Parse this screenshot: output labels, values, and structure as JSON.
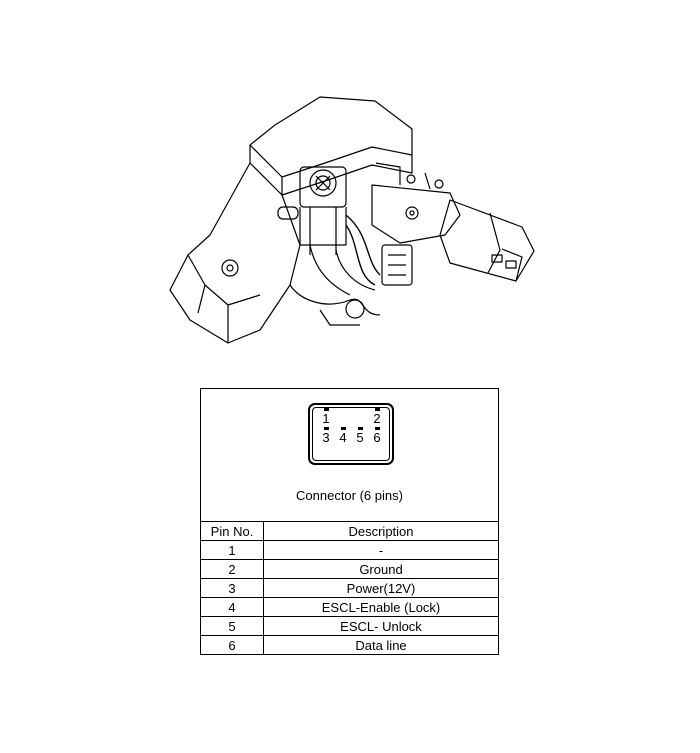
{
  "connector": {
    "pins": [
      "1",
      "2",
      "3",
      "4",
      "5",
      "6"
    ],
    "caption": "Connector (6 pins)"
  },
  "table": {
    "headers": {
      "pin": "Pin No.",
      "description": "Description"
    },
    "rows": [
      {
        "pin": "1",
        "description": "-"
      },
      {
        "pin": "2",
        "description": "Ground"
      },
      {
        "pin": "3",
        "description": "Power(12V)"
      },
      {
        "pin": "4",
        "description": "ESCL-Enable (Lock)"
      },
      {
        "pin": "5",
        "description": "ESCL- Unlock"
      },
      {
        "pin": "6",
        "description": "Data line"
      }
    ]
  }
}
